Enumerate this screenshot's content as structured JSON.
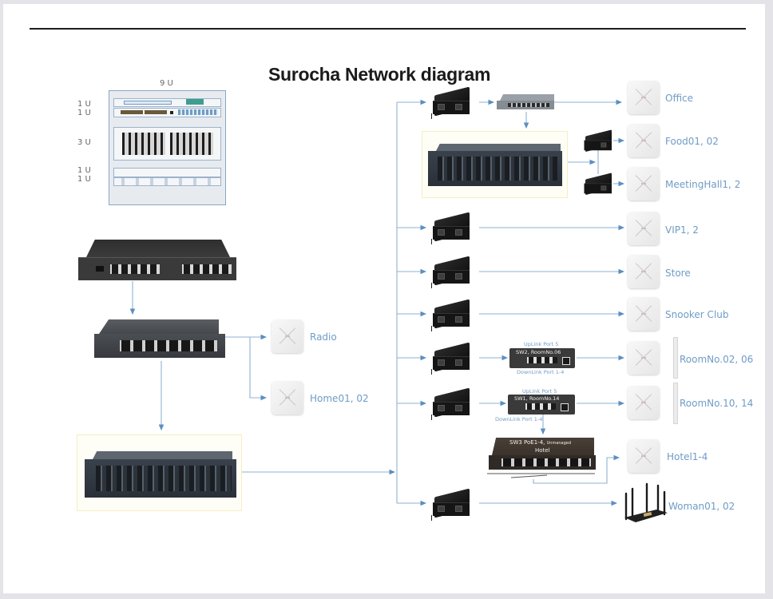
{
  "title": "Surocha Network diagram",
  "rack": {
    "total_label": "9 U",
    "unit_labels": [
      "1 U",
      "1 U",
      "3 U",
      "1 U",
      "1 U"
    ]
  },
  "colors": {
    "line": "#6f9cc6",
    "label": "#6f9cc6",
    "title": "#1a1a1a"
  },
  "left_branch": {
    "devices": [
      "core-router",
      "poe-switch-8port",
      "fiber-chassis"
    ],
    "access_points": [
      {
        "label": "Radio"
      },
      {
        "label": "Home01, 02"
      }
    ]
  },
  "right_branch": {
    "endpoints": [
      {
        "label": "Office",
        "device": "access-point"
      },
      {
        "label": "Food01, 02",
        "device": "access-point"
      },
      {
        "label": "MeetingHall1, 2",
        "device": "access-point"
      },
      {
        "label": "VIP1, 2",
        "device": "access-point"
      },
      {
        "label": "Store",
        "device": "access-point"
      },
      {
        "label": "Snooker Club",
        "device": "access-point"
      },
      {
        "label": "RoomNo.02, 06",
        "device": "access-point"
      },
      {
        "label": "RoomNo.10, 14",
        "device": "access-point"
      },
      {
        "label": "Hotel1-4",
        "device": "access-point"
      },
      {
        "label": "Woman01, 02",
        "device": "wifi-router"
      }
    ],
    "switches": [
      {
        "name": "SW2, RoomNo.06",
        "uplink": "UpLink Port 5",
        "downlink": "DownLink Port 1-4"
      },
      {
        "name": "SW1, RoomNo.14",
        "uplink": "UpLink Port 5",
        "downlink": "DownLink Port 1-4"
      }
    ],
    "hotel_switch": {
      "name": "SW3 PoE1-4,",
      "note": "Unmanaged",
      "location": "Hotel"
    }
  }
}
